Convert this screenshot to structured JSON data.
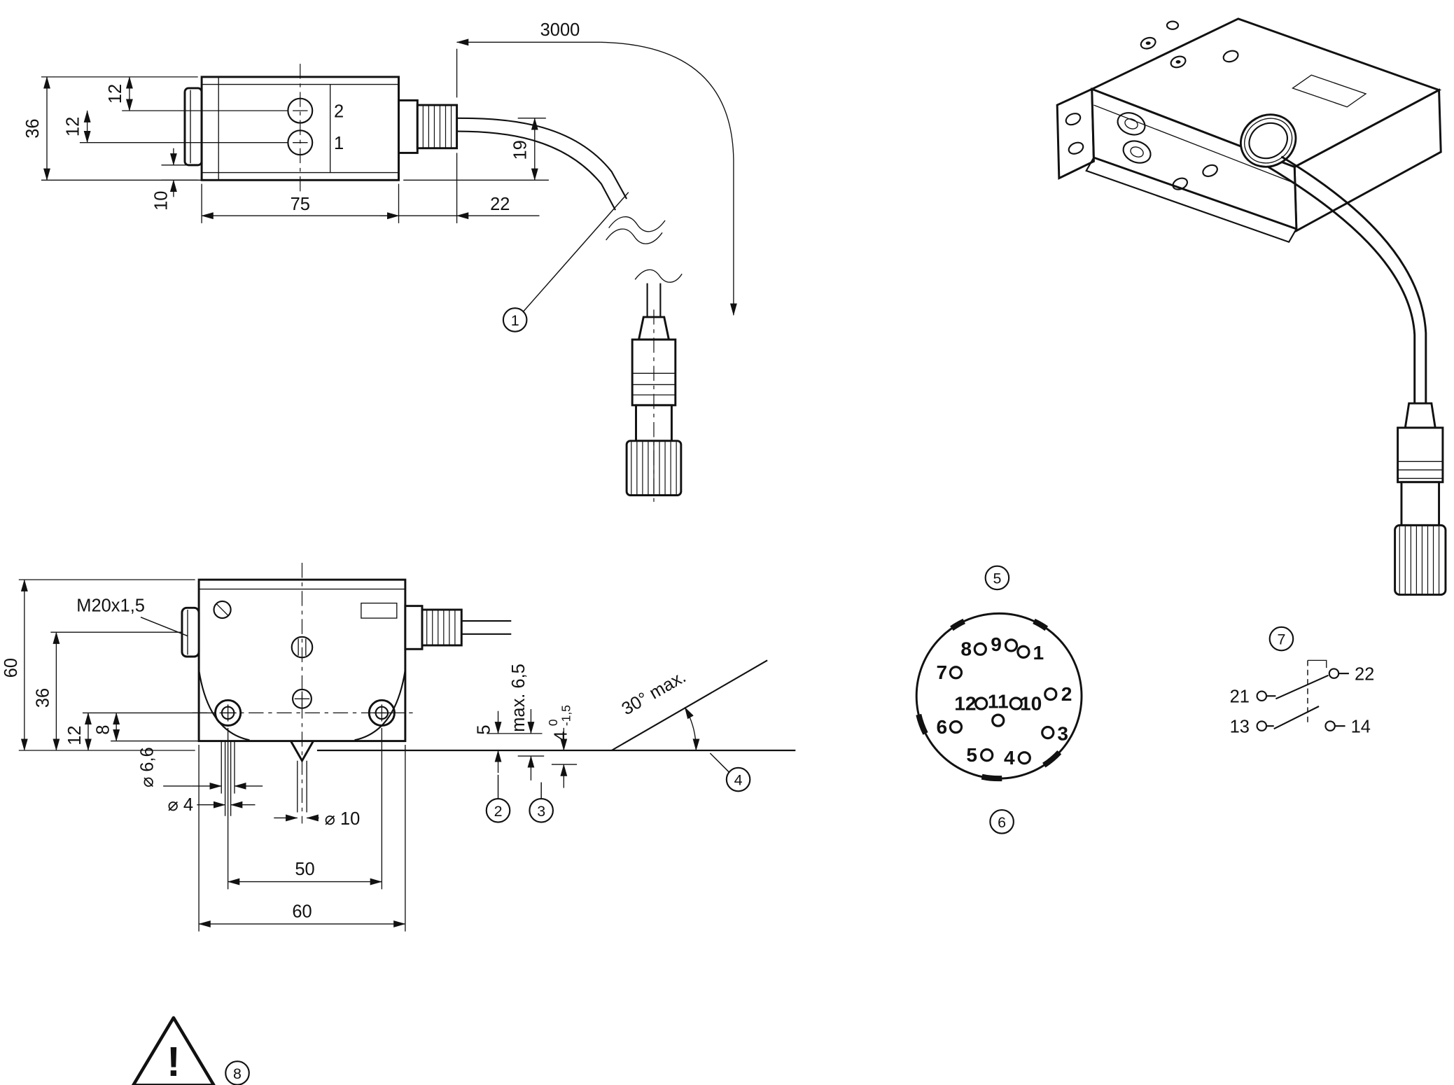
{
  "side_view": {
    "cable_length": "3000",
    "height": "36",
    "dim_12_top": "12",
    "dim_12_mid": "12",
    "dim_10": "10",
    "body_length": "75",
    "gland_length": "22",
    "cable_axis": "19",
    "port_upper": "2",
    "port_lower": "1"
  },
  "front_view": {
    "height": "60",
    "thread": "M20x1,5",
    "dim_36": "36",
    "dim_12": "12",
    "dim_8": "8",
    "counterbore_dia": "⌀ 6,6",
    "hole_dia": "⌀ 4",
    "pin_dia": "⌀ 10",
    "hole_spacing": "50",
    "width": "60",
    "dim_5": "5",
    "travel_max": "max. 6,5",
    "dim_4": "4",
    "tol_upper": "0",
    "tol_lower": "-1,5",
    "approach_angle": "30° max."
  },
  "connector": {
    "pins": [
      "1",
      "2",
      "3",
      "4",
      "5",
      "6",
      "7",
      "8",
      "9",
      "10",
      "11",
      "12"
    ]
  },
  "circuit": {
    "terminal_21": "21",
    "terminal_22": "22",
    "terminal_13": "13",
    "terminal_14": "14"
  },
  "callouts": {
    "c1": "1",
    "c2": "2",
    "c3": "3",
    "c4": "4",
    "c5": "5",
    "c6": "6",
    "c7": "7",
    "c8": "8"
  },
  "warning": {
    "symbol": "!"
  }
}
